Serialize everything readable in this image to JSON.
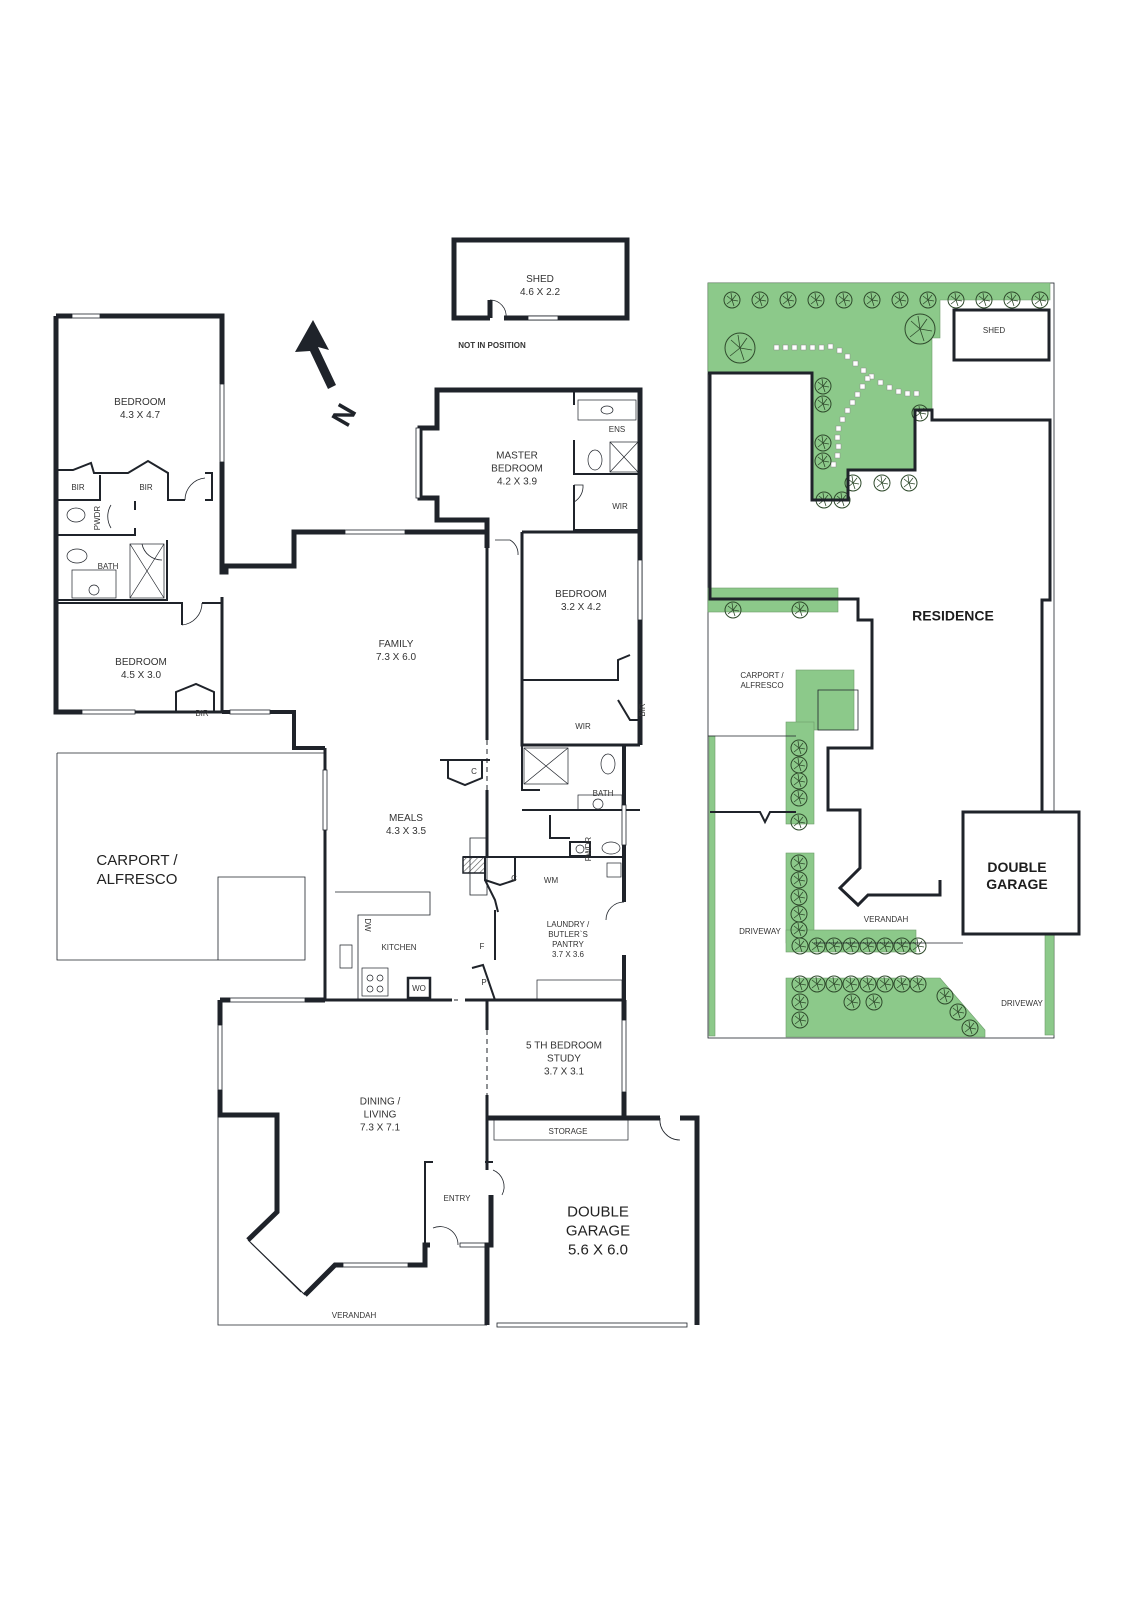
{
  "floor_plan": {
    "north_label": "N",
    "shed": {
      "name": "SHED",
      "dims": "4.6 X 2.2",
      "note": "NOT IN POSITION"
    },
    "rooms": [
      {
        "id": "bedroom-1",
        "name": "BEDROOM",
        "dims": "4.3 X 4.7"
      },
      {
        "id": "bedroom-2",
        "name": "BEDROOM",
        "dims": "4.5 X 3.0"
      },
      {
        "id": "master-bedroom",
        "name": "MASTER BEDROOM",
        "line1": "MASTER",
        "line2": "BEDROOM",
        "dims": "4.2 X 3.9"
      },
      {
        "id": "bedroom-3",
        "name": "BEDROOM",
        "dims": "3.2 X 4.2"
      },
      {
        "id": "family",
        "name": "FAMILY",
        "dims": "7.3 X 6.0"
      },
      {
        "id": "meals",
        "name": "MEALS",
        "dims": "4.3 X 3.5"
      },
      {
        "id": "laundry",
        "line1": "LAUNDRY /",
        "line2": "BUTLER`S",
        "line3": "PANTRY",
        "dims": "3.7 X 3.6"
      },
      {
        "id": "study",
        "line1": "5 TH BEDROOM",
        "line2": "STUDY",
        "dims": "3.7 X 3.1"
      },
      {
        "id": "dining-living",
        "line1": "DINING /",
        "line2": "LIVING",
        "dims": "7.3 X 7.1"
      },
      {
        "id": "double-garage",
        "line1": "DOUBLE",
        "line2": "GARAGE",
        "dims": "5.6 X 6.0"
      },
      {
        "id": "carport",
        "line1": "CARPORT /",
        "line2": "ALFRESCO"
      }
    ],
    "small_labels": {
      "bir": "BIR",
      "pwdr": "PWDR",
      "bath": "BATH",
      "ens": "ENS",
      "wir": "WIR",
      "c": "C",
      "wm": "WM",
      "kitchen": "KITCHEN",
      "dw": "DW",
      "wo": "WO",
      "f": "F",
      "p": "P",
      "entry": "ENTRY",
      "storage": "STORAGE",
      "verandah": "VERANDAH"
    }
  },
  "site_plan": {
    "residence": "RESIDENCE",
    "shed": "SHED",
    "carport_line1": "CARPORT /",
    "carport_line2": "ALFRESCO",
    "garage_line1": "DOUBLE",
    "garage_line2": "GARAGE",
    "verandah": "VERANDAH",
    "driveway": "DRIVEWAY",
    "colors": {
      "garden": "#8cc98a",
      "garden_dark": "#79b976",
      "wall": "#1f232a"
    }
  }
}
